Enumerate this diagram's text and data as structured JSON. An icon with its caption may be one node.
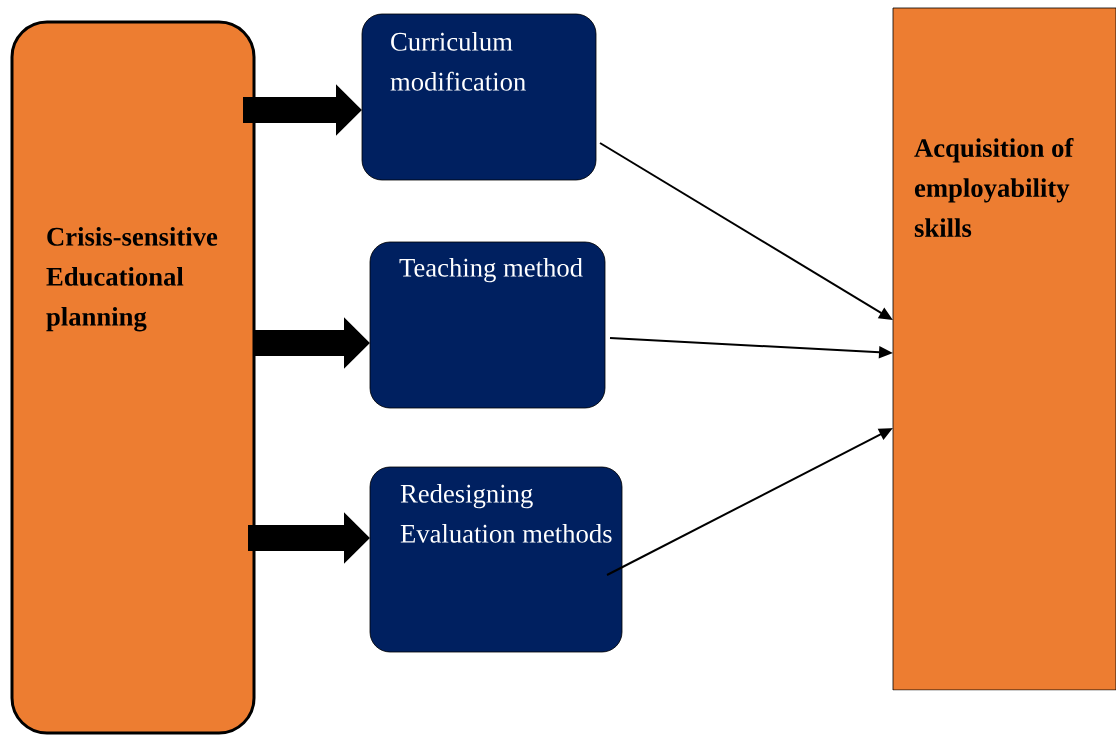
{
  "diagram": {
    "nodes": [
      {
        "text": [
          "Crisis-sensitive Educational planning"
        ]
      },
      {
        "text": [
          "Curriculum modification"
        ]
      },
      {
        "text": [
          "Teaching method"
        ]
      },
      {
        "text": [
          "Redesigning Evaluation methods"
        ]
      },
      {
        "text": [
          "Acquisition of employability skills"
        ]
      }
    ],
    "edges": [
      {
        "from": 0,
        "to": 1,
        "arrow": "to",
        "style": "thick"
      },
      {
        "from": 0,
        "to": 2,
        "arrow": "to",
        "style": "thick"
      },
      {
        "from": 0,
        "to": 3,
        "arrow": "to",
        "style": "thick"
      },
      {
        "from": 1,
        "to": 4,
        "arrow": "to"
      },
      {
        "from": 2,
        "to": 4,
        "arrow": "to"
      },
      {
        "from": 3,
        "to": 4,
        "arrow": "to"
      }
    ]
  }
}
